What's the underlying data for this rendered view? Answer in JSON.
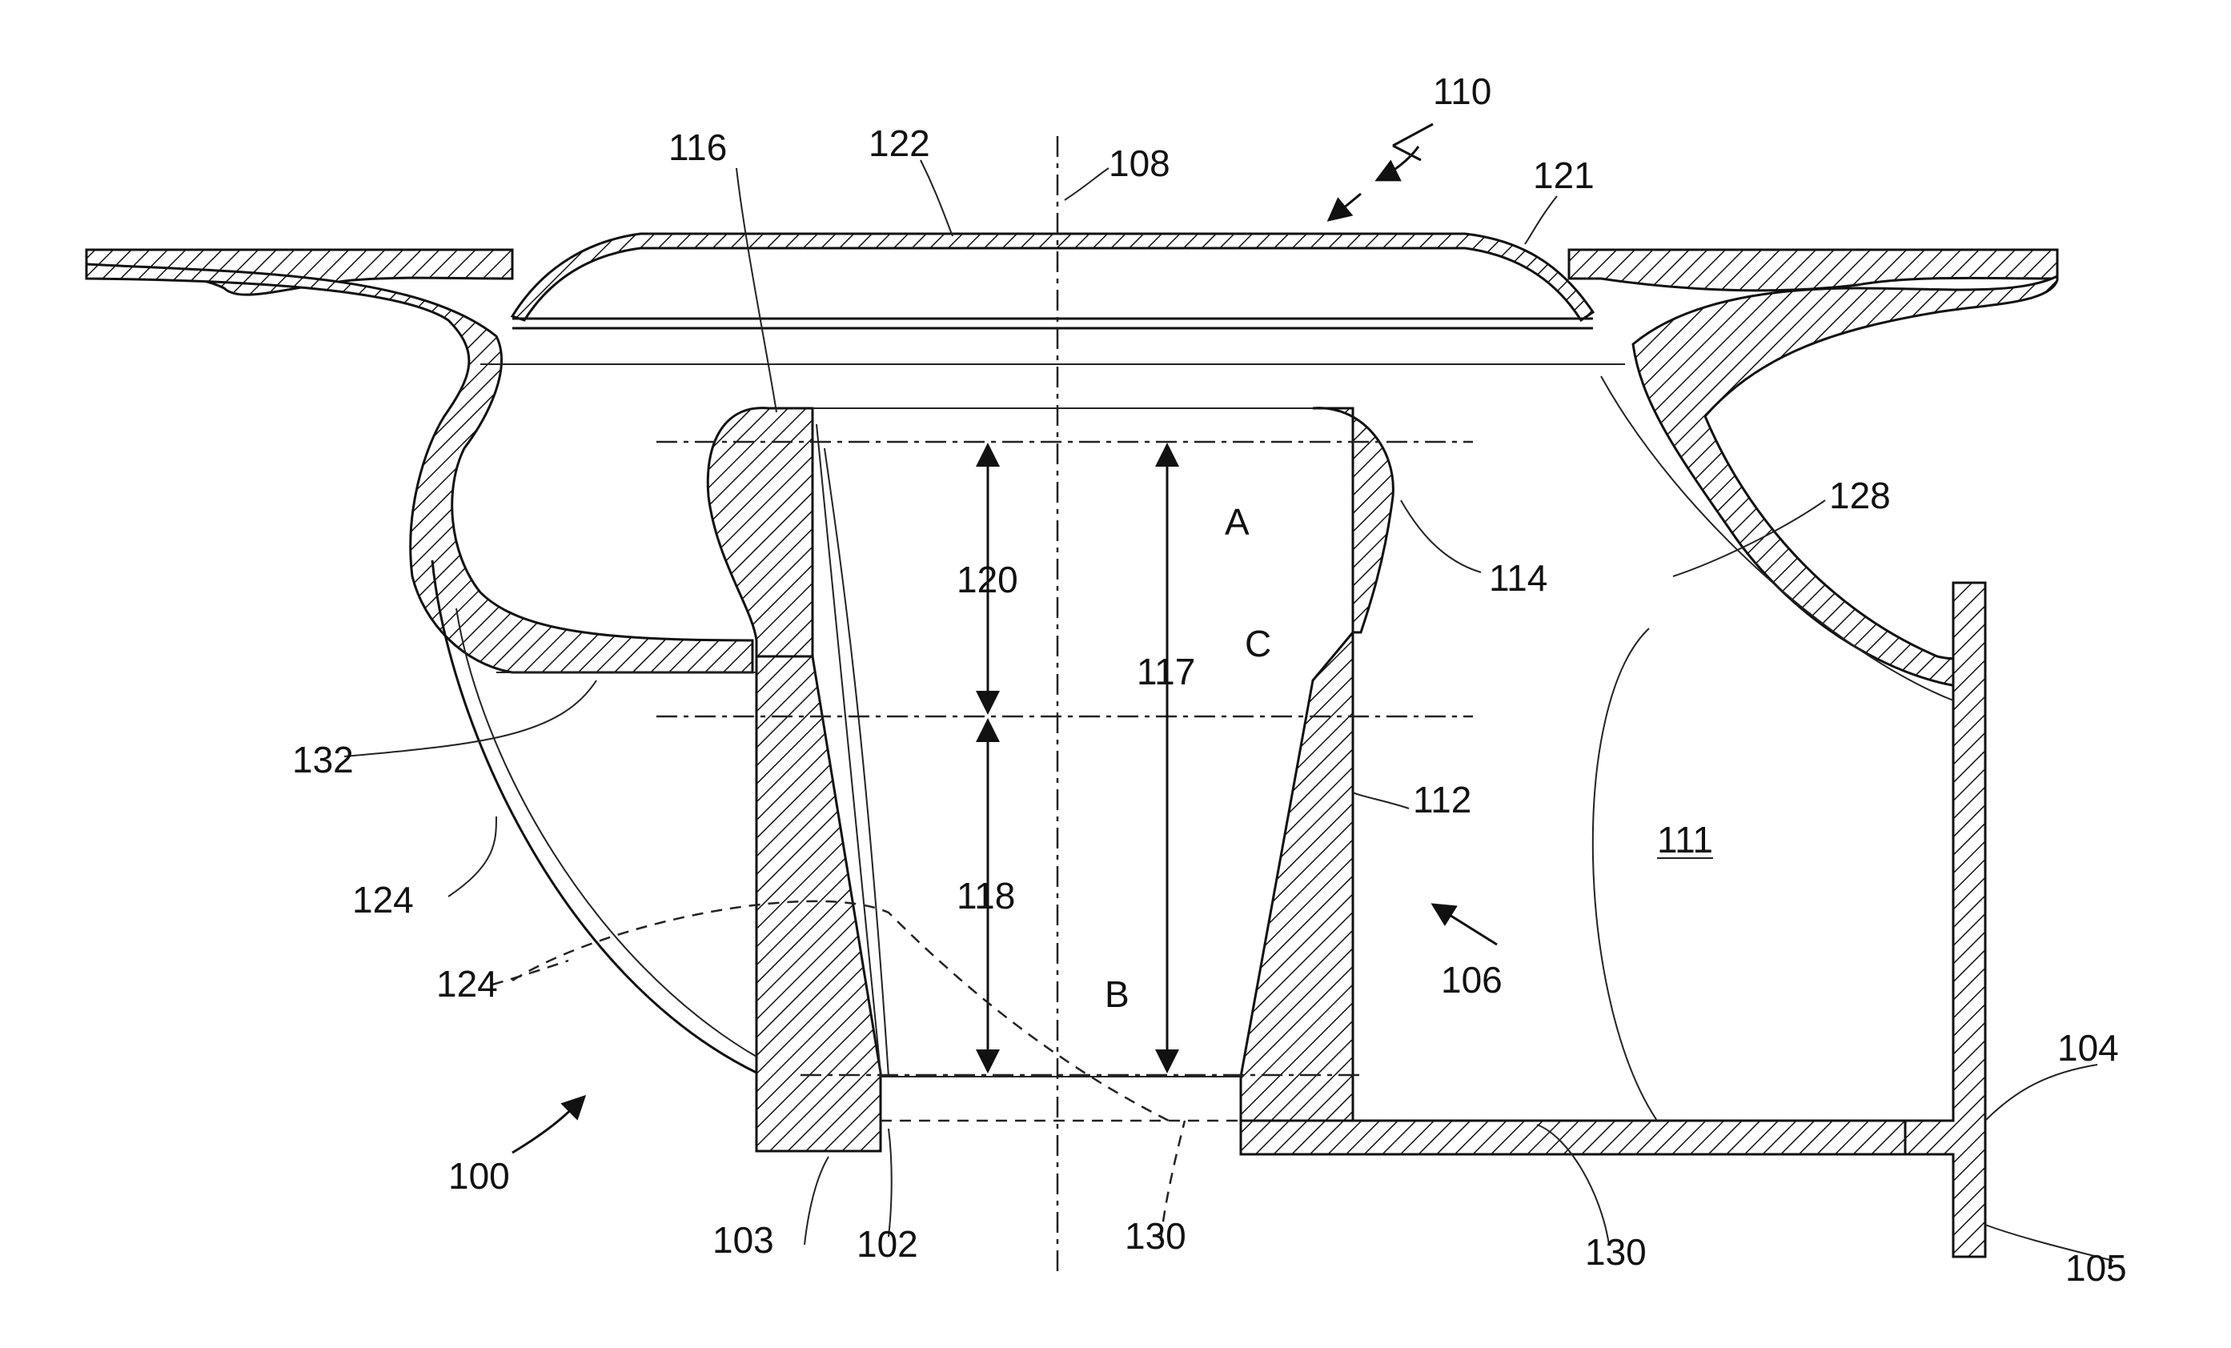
{
  "labels": {
    "l110": "110",
    "l116": "116",
    "l122": "122",
    "l108": "108",
    "l121": "121",
    "l128": "128",
    "l114": "114",
    "lA": "A",
    "lC": "C",
    "lB": "B",
    "l120": "120",
    "l117": "117",
    "l118": "118",
    "l112": "112",
    "l111": "111",
    "l106": "106",
    "l132": "132",
    "l124a": "124",
    "l124b": "124",
    "l100": "100",
    "l103": "103",
    "l102": "102",
    "l130a": "130",
    "l130b": "130",
    "l104": "104",
    "l105": "105"
  }
}
